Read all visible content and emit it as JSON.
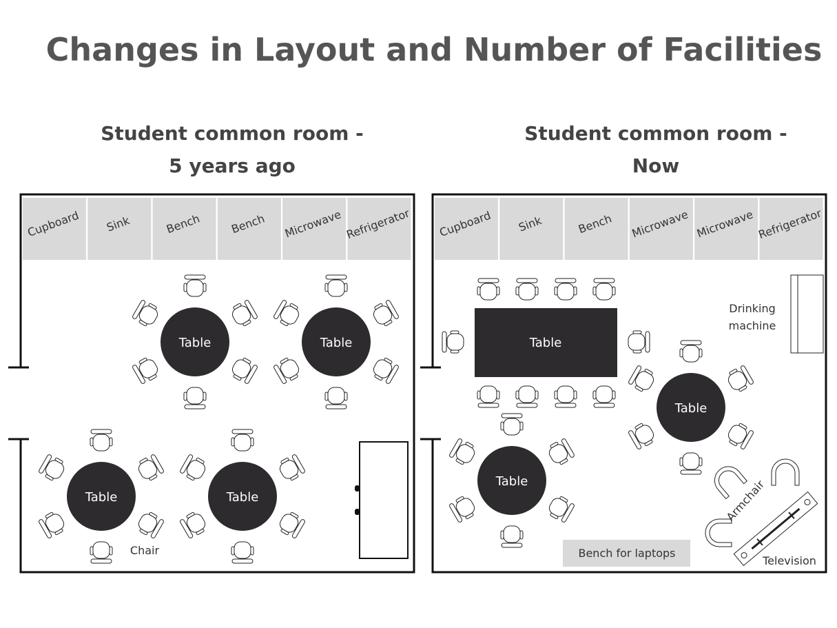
{
  "title": "Changes in Layout and Number of Facilities",
  "colors": {
    "text": "#555555",
    "counter": "#d9d9d9",
    "table": "#2d2b2e",
    "wall": "#111111"
  },
  "left_room": {
    "subtitle_line1": "Student common room -",
    "subtitle_line2": "5 years ago",
    "counter": [
      "Cupboard",
      "Sink",
      "Bench",
      "Bench",
      "Microwave",
      "Refrigerator"
    ],
    "table_label": "Table",
    "chair_label": "Chair",
    "round_tables": 4,
    "chairs_per_table": 6
  },
  "right_room": {
    "subtitle_line1": "Student common room -",
    "subtitle_line2": "Now",
    "counter": [
      "Cupboard",
      "Sink",
      "Bench",
      "Microwave",
      "Microwave",
      "Refrigerator"
    ],
    "table_label": "Table",
    "drinking_line1": "Drinking",
    "drinking_line2": "machine",
    "armchair_label": "Armchair",
    "tv_label": "Television",
    "bench_label": "Bench for laptops"
  }
}
